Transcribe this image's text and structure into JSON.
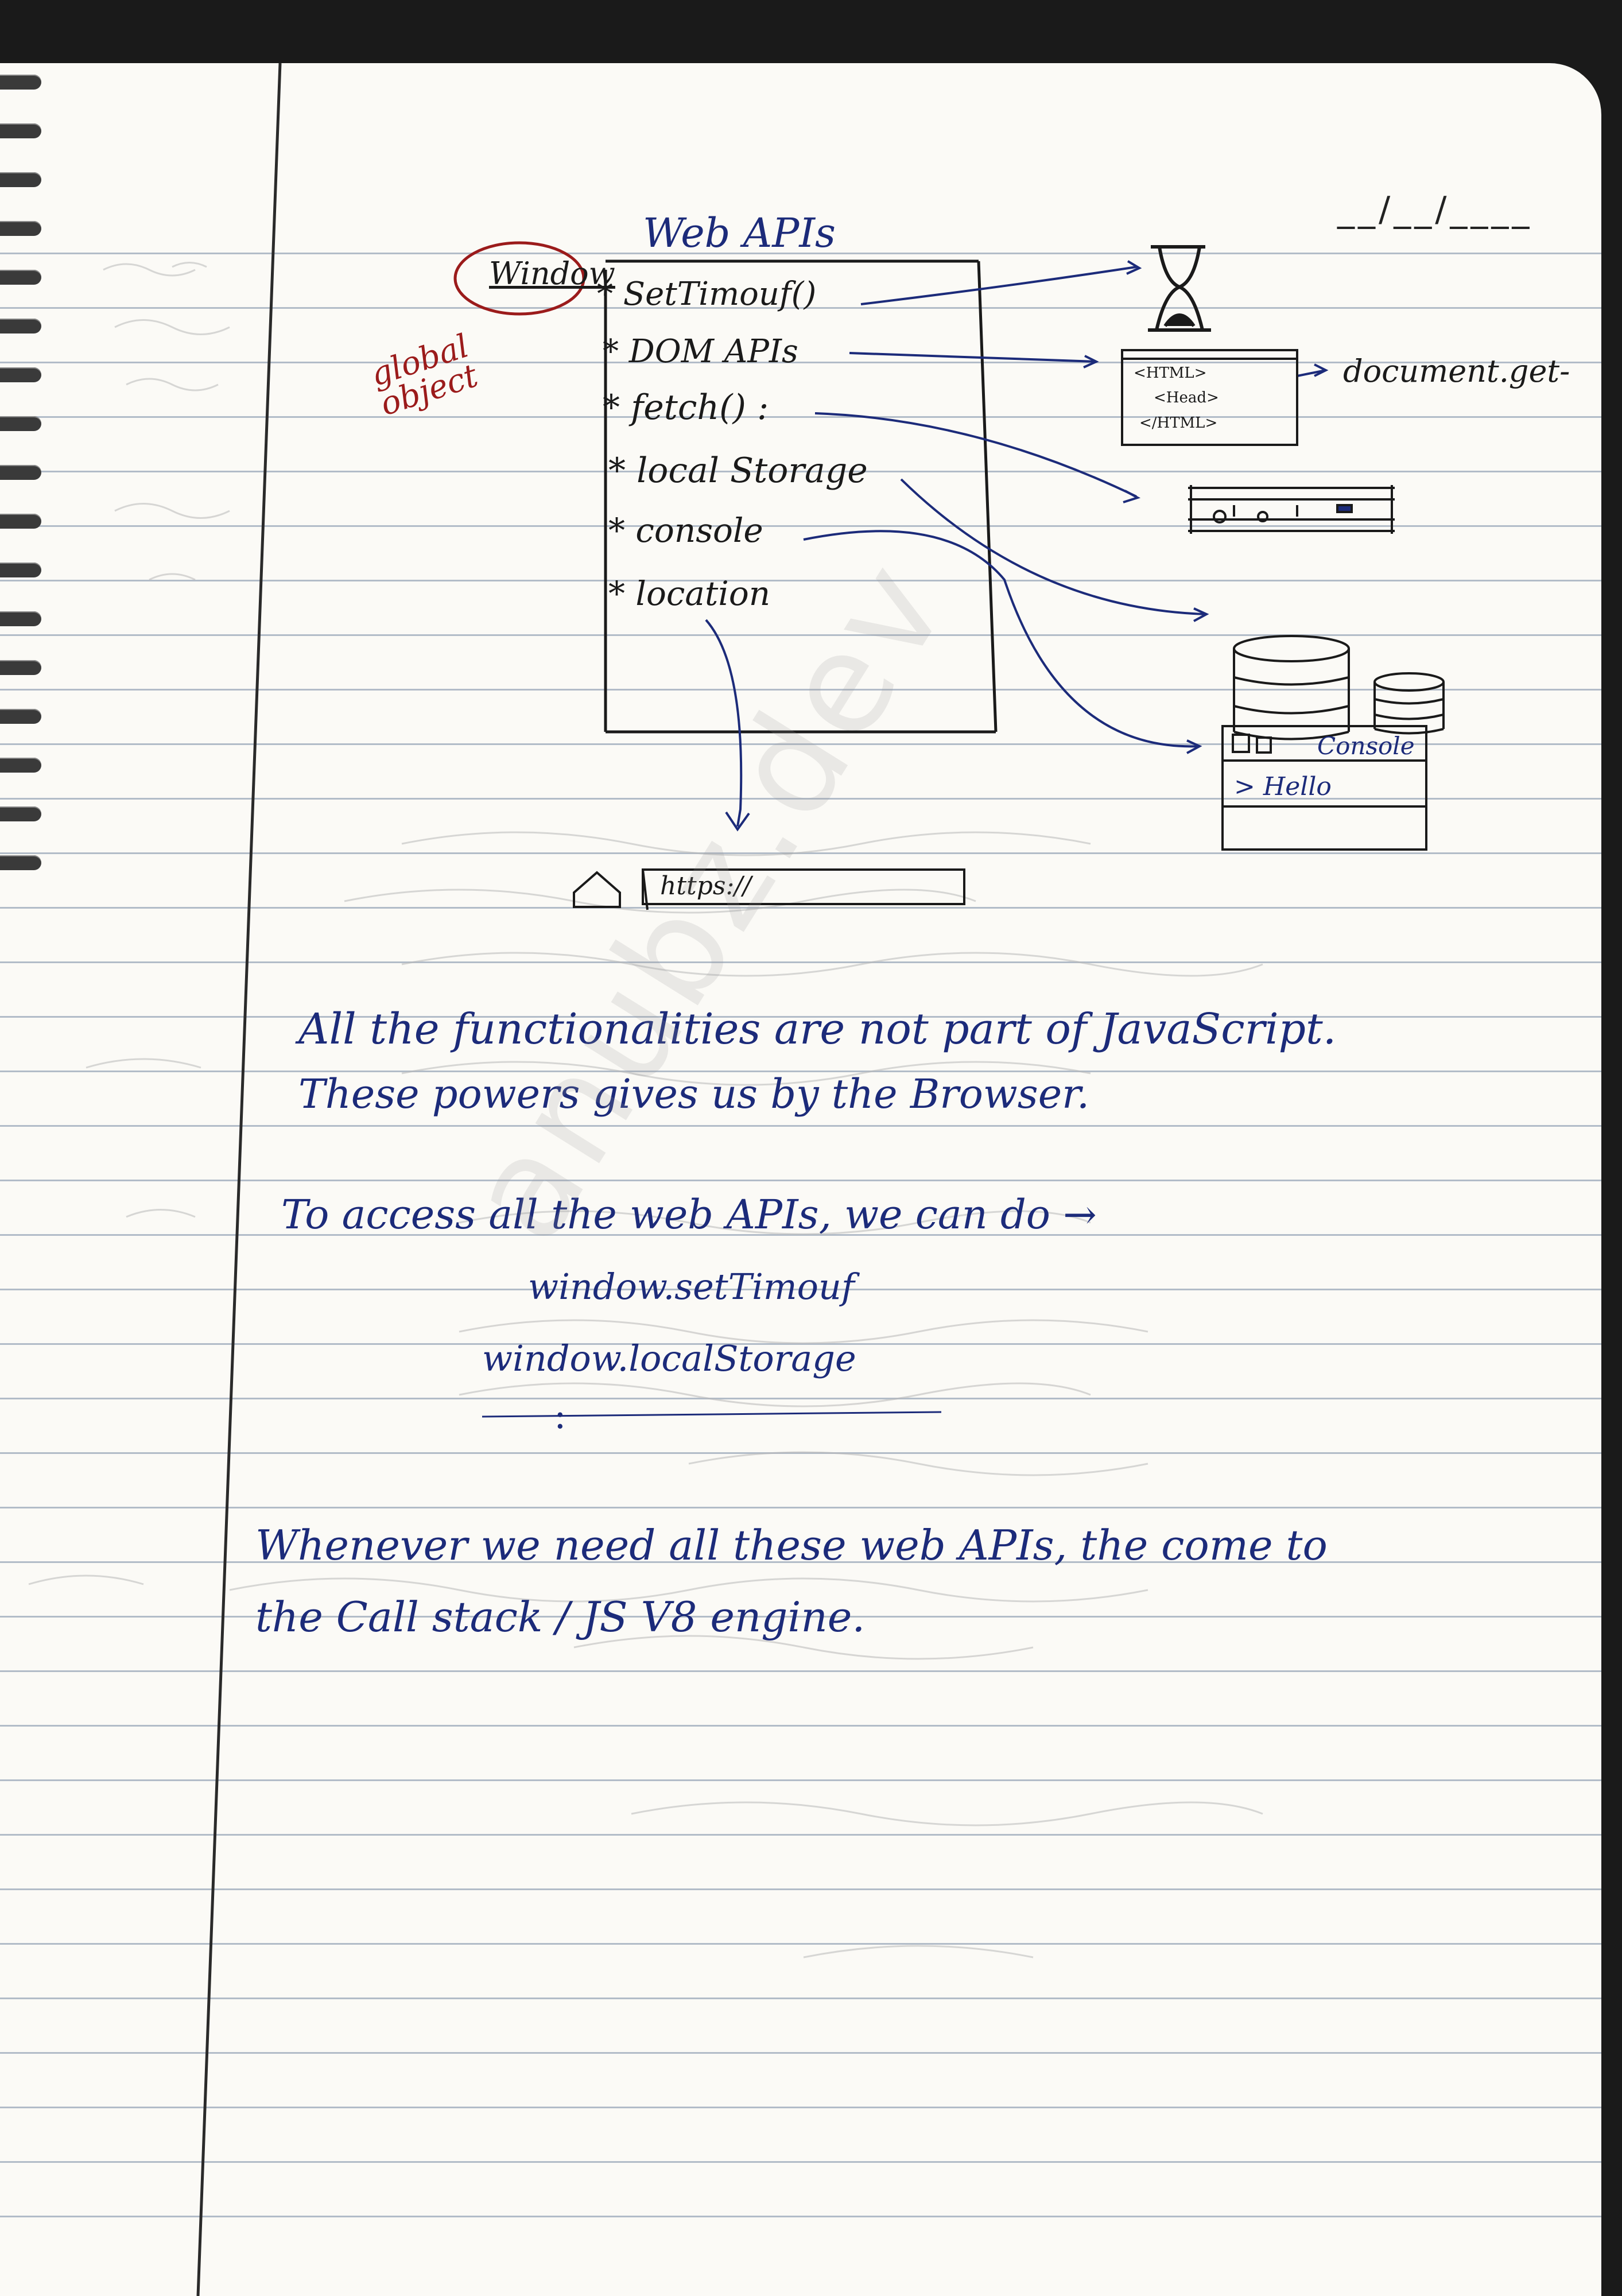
{
  "page": {
    "date_placeholder": "__/__/____",
    "watermark": "anubz.dev"
  },
  "diagram": {
    "title": "Web APIs",
    "window_label": "Window",
    "global_object_label": "global object",
    "api_items": [
      "* SetTimouf()",
      "* DOM APIs",
      "* fetch() :",
      "* local Storage",
      "* console",
      "* location"
    ],
    "html_box_lines": [
      "<HTML>",
      "<Head>",
      "</HTML>"
    ],
    "document_label": "document.get-",
    "console_box_title": "Console",
    "console_box_output": "> Hello",
    "url_bar_text": "https://"
  },
  "notes": {
    "paragraph1_line1": "All the functionalities are not part of JavaScript.",
    "paragraph1_line2": "These powers gives us by the Browser.",
    "paragraph2_line1": "To access all the web APIs, we can do →",
    "code_line1": "window.setTimouf",
    "code_line2": "window.localStorage",
    "code_ellipsis": ":",
    "paragraph3_line1": "Whenever we need all these web APIs, the come to",
    "paragraph3_line2": "the Call stack / JS V8 engine."
  },
  "colors": {
    "ink_blue": "#1c2b7a",
    "ink_red": "#9b1b1b",
    "ink_black": "#1a1a1a",
    "rule": "#9aa7b8"
  }
}
